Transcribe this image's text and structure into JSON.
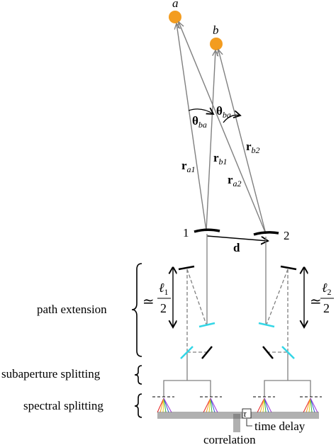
{
  "sources": {
    "a": {
      "label": "a",
      "color": "#f39c1f"
    },
    "b": {
      "label": "b",
      "color": "#f39c1f"
    }
  },
  "angles": {
    "left": {
      "main": "θ",
      "sub": "ba"
    },
    "right": {
      "main": "θ",
      "sub": "ba"
    }
  },
  "vectors": {
    "r_a1": {
      "main": "r",
      "sub": "a1"
    },
    "r_b1": {
      "main": "r",
      "sub": "b1"
    },
    "r_b2": {
      "main": "r",
      "sub": "b2"
    },
    "r_a2": {
      "main": "r",
      "sub": "a2"
    }
  },
  "telescopes": {
    "t1": "1",
    "t2": "2",
    "baseline": "d"
  },
  "path_lengths": {
    "left": {
      "approx": "≃",
      "num_main": "ℓ",
      "num_sub": "1",
      "den": "2"
    },
    "right": {
      "approx": "≃",
      "num_main": "ℓ",
      "num_sub": "2",
      "den": "2"
    }
  },
  "stages": {
    "path_extension": "path extension",
    "subaperture_splitting": "subaperture splitting",
    "spectral_splitting": "spectral splitting"
  },
  "outputs": {
    "tau": "τ",
    "time_delay": "time delay",
    "correlation": "correlation"
  },
  "colors": {
    "source": "#f39c1f",
    "beamsplitter": "#33d6e6",
    "ray": "#808080"
  }
}
